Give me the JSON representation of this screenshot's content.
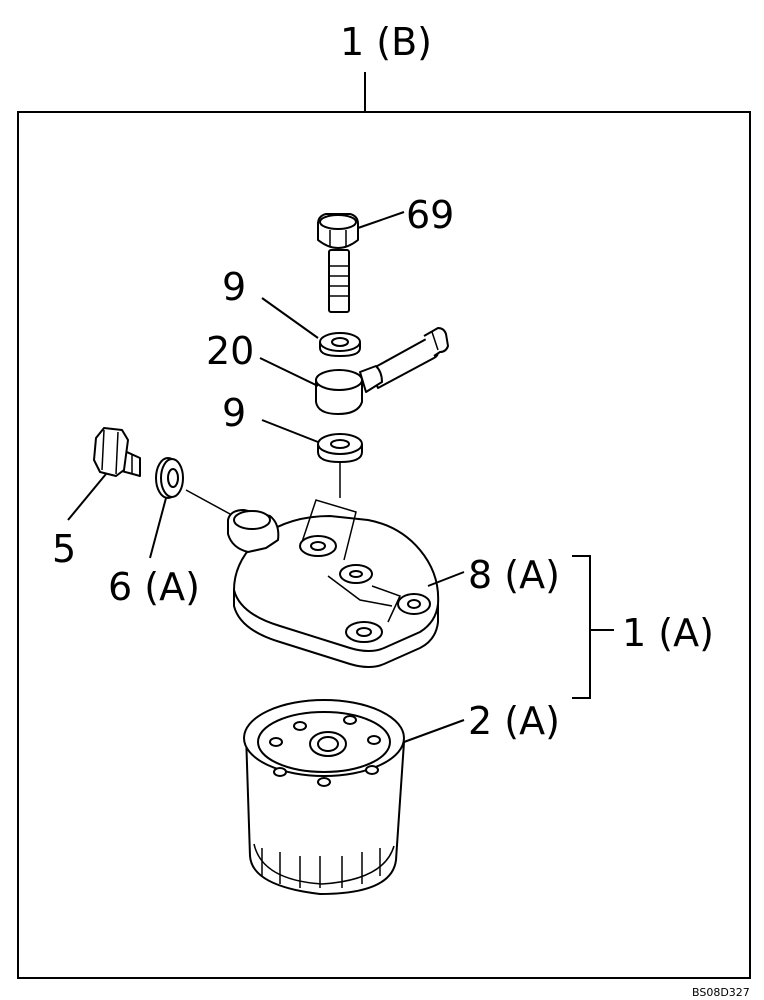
{
  "diagram": {
    "top_label": "1 (B)",
    "callouts": {
      "p69": "69",
      "p9_upper": "9",
      "p20": "20",
      "p9_lower": "9",
      "p5": "5",
      "p6": "6 (A)",
      "p8": "8 (A)",
      "p1a": "1 (A)",
      "p2": "2 (A)"
    },
    "drawing_code": "BS08D327"
  }
}
